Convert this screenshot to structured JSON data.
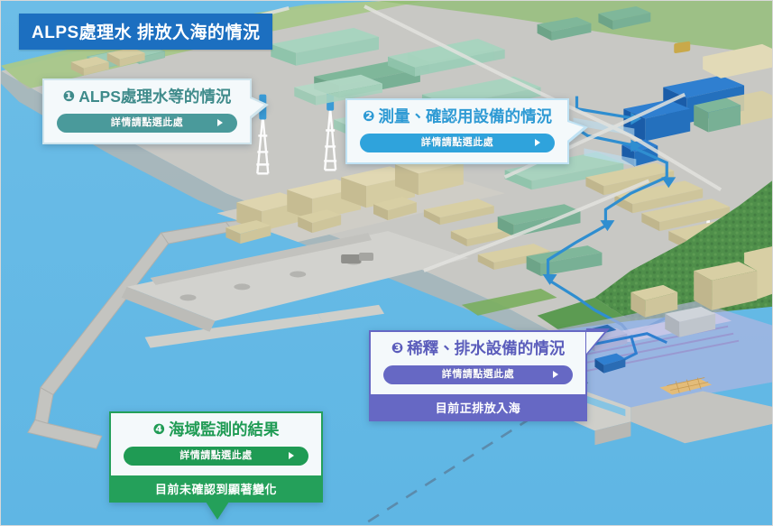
{
  "page": {
    "title": "ALPS處理水 排放入海的情況",
    "background_colors": {
      "ocean": "#63b9e5",
      "land": "#c8c8c4",
      "grass": "#9fbf7a",
      "forest": "#4f8f4a",
      "tank_beige": "#d8cfa4",
      "tank_green": "#9ecdb8",
      "building_blue": "#1f5fad",
      "pipeline": "#2f8ed0",
      "discharge_zone": "#b9b4e0",
      "page_border": "#d8d8d8"
    }
  },
  "callouts": [
    {
      "number": "❶",
      "heading": "ALPS處理水等的情況",
      "button_label": "詳情請點選此處",
      "button_arrow": "triangle-right-icon",
      "accent": "#4a9a9b",
      "status": null
    },
    {
      "number": "❷",
      "heading": "測量、確認用設備的情況",
      "button_label": "詳情請點選此處",
      "button_arrow": "triangle-right-icon",
      "accent": "#2fa3dc",
      "status": null
    },
    {
      "number": "❸",
      "heading": "稀釋、排水設備的情況",
      "button_label": "詳情請點選此處",
      "button_arrow": "triangle-right-icon",
      "accent": "#6668c4",
      "status": "目前正排放入海"
    },
    {
      "number": "❹",
      "heading": "海域監測的結果",
      "button_label": "詳情請點選此處",
      "button_arrow": "triangle-right-icon",
      "accent": "#24a05a",
      "status": "目前未確認到顯著變化"
    }
  ]
}
